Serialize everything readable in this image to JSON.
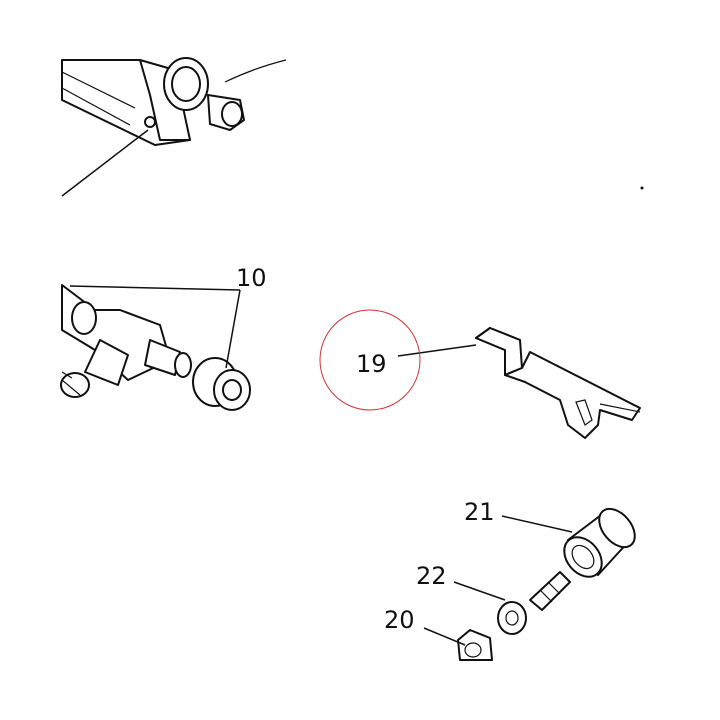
{
  "callouts": [
    {
      "id": "10",
      "text": "10"
    },
    {
      "id": "19",
      "text": "19"
    },
    {
      "id": "20",
      "text": "20"
    },
    {
      "id": "21",
      "text": "21"
    },
    {
      "id": "22",
      "text": "22"
    }
  ],
  "highlight": {
    "target": "19",
    "color": "#cc3333"
  }
}
